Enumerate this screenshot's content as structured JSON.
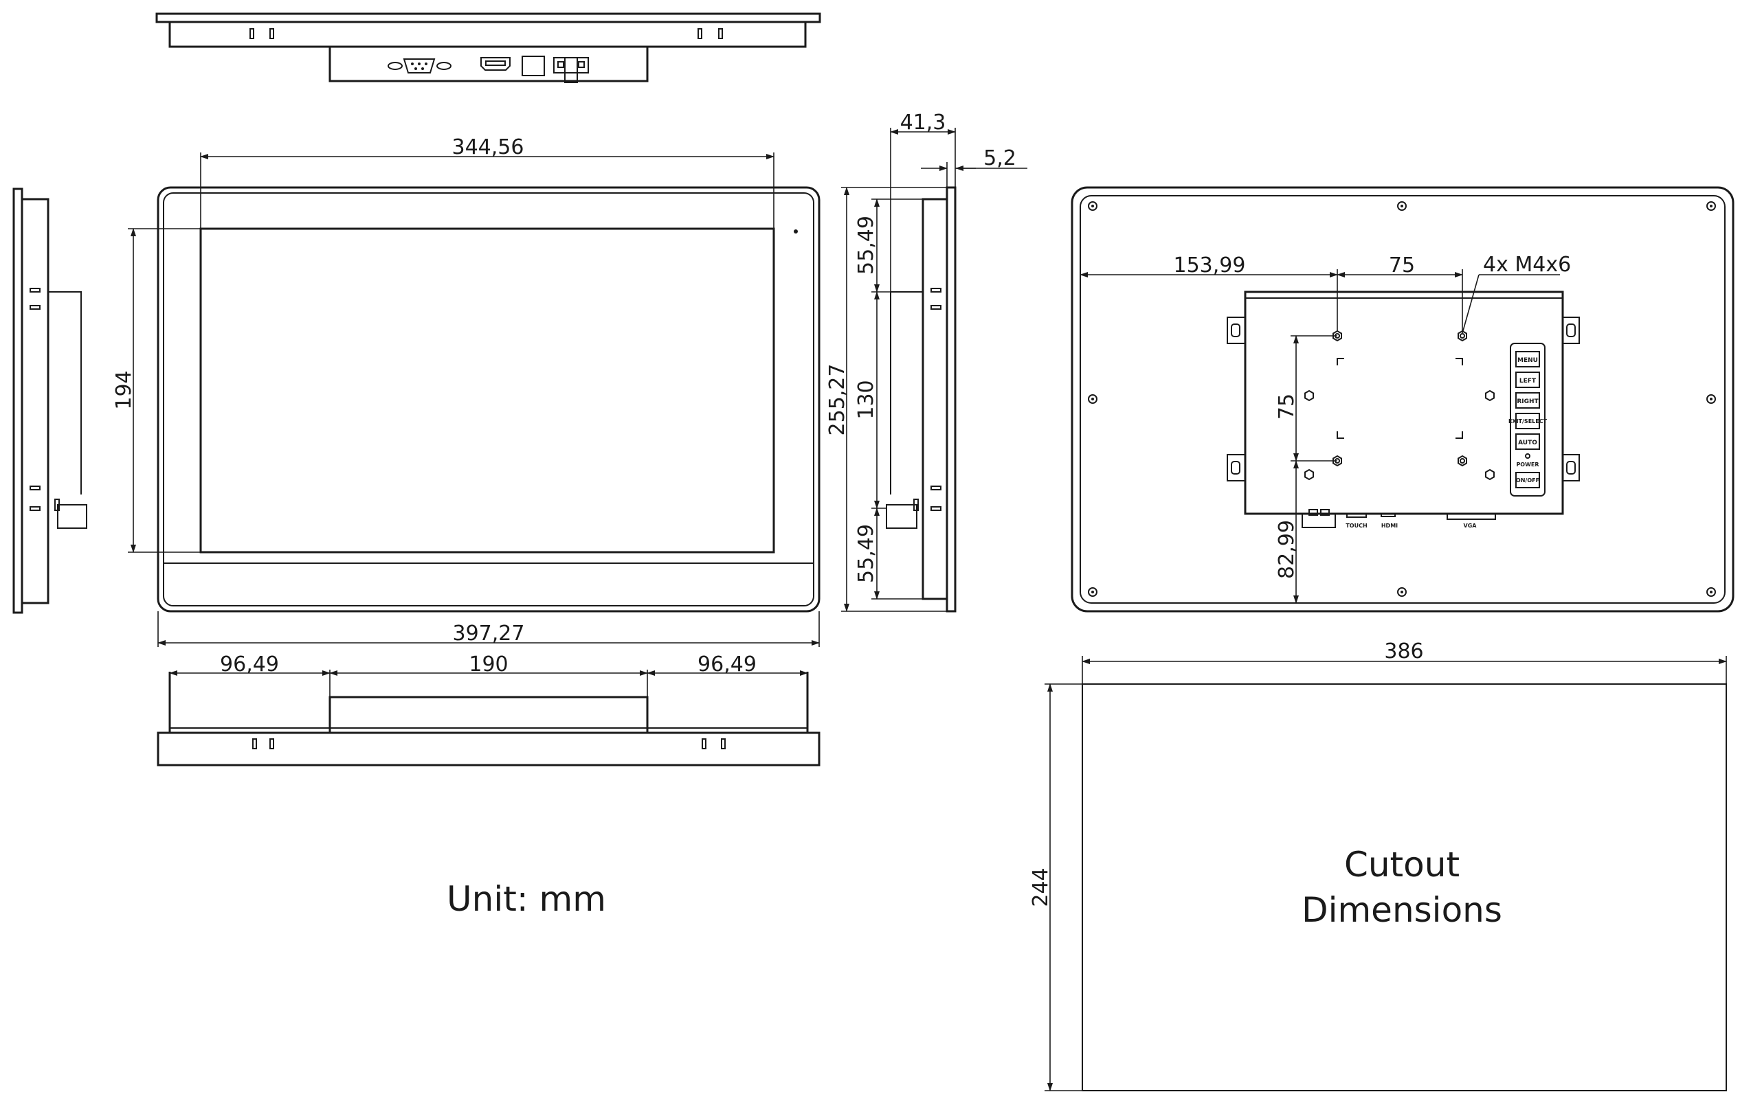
{
  "front": {
    "dim_screen_width": "344,56",
    "dim_screen_height": "194",
    "dim_overall_width": "397,27"
  },
  "side": {
    "dim_depth": "41,3",
    "dim_bezel": "5,2",
    "dim_top_offset": "55,49",
    "dim_bracket": "130",
    "dim_bottom_offset": "55,49",
    "dim_overall_height": "255,27"
  },
  "bottom": {
    "dim_left": "96,49",
    "dim_center": "190",
    "dim_right": "96,49"
  },
  "rear": {
    "dim_left_to_vesa": "153,99",
    "dim_vesa_horizontal": "75",
    "screw_note": "4x M4x6",
    "dim_vesa_vertical": "75",
    "dim_bottom_to_vesa": "82,99",
    "buttons": [
      "MENU",
      "LEFT",
      "RIGHT",
      "EXIT/SELECT",
      "AUTO",
      "POWER",
      "ON/OFF"
    ],
    "ports": [
      "TOUCH",
      "HDMI",
      "VGA"
    ]
  },
  "cutout": {
    "dim_width": "386",
    "dim_height": "244",
    "label_line1": "Cutout",
    "label_line2": "Dimensions"
  },
  "unit_label": "Unit: mm"
}
